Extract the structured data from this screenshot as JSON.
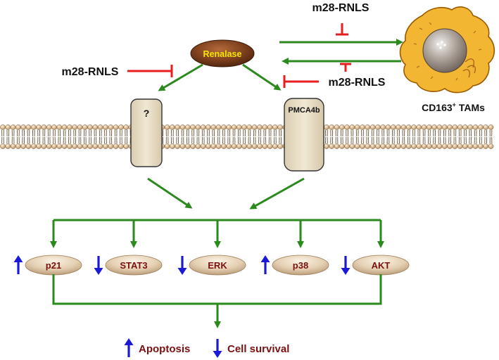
{
  "labels": {
    "renalase": "Renalase",
    "unknown_receptor": "?",
    "pmca4b": "PMCA4b",
    "inhibitor_top": "m28-RNLS",
    "inhibitor_left": "m28-RNLS",
    "inhibitor_right": "m28-RNLS",
    "tam_base": "CD163",
    "tam_sup": "+",
    "tam_suffix": " TAMs"
  },
  "targets": [
    {
      "name": "p21",
      "direction": "up"
    },
    {
      "name": "STAT3",
      "direction": "down"
    },
    {
      "name": "ERK",
      "direction": "down"
    },
    {
      "name": "p38",
      "direction": "up"
    },
    {
      "name": "AKT",
      "direction": "down"
    }
  ],
  "outcomes": [
    {
      "name": "Apoptosis",
      "direction": "up"
    },
    {
      "name": "Cell survival",
      "direction": "down"
    }
  ],
  "colors": {
    "activation_arrow": "#2a8a1c",
    "inhibition": "#e81e1e",
    "regulation_arrow": "#1a1ad6",
    "node_text": "#7a1010",
    "renalase_text": "#f5e600",
    "black_text": "#111111",
    "cell_body": "#f2b632",
    "nucleus": "#8c8078"
  },
  "icons": {
    "up": "arrow-up-icon",
    "down": "arrow-down-icon",
    "cell": "macrophage-cell-icon",
    "membrane": "lipid-bilayer-icon"
  }
}
